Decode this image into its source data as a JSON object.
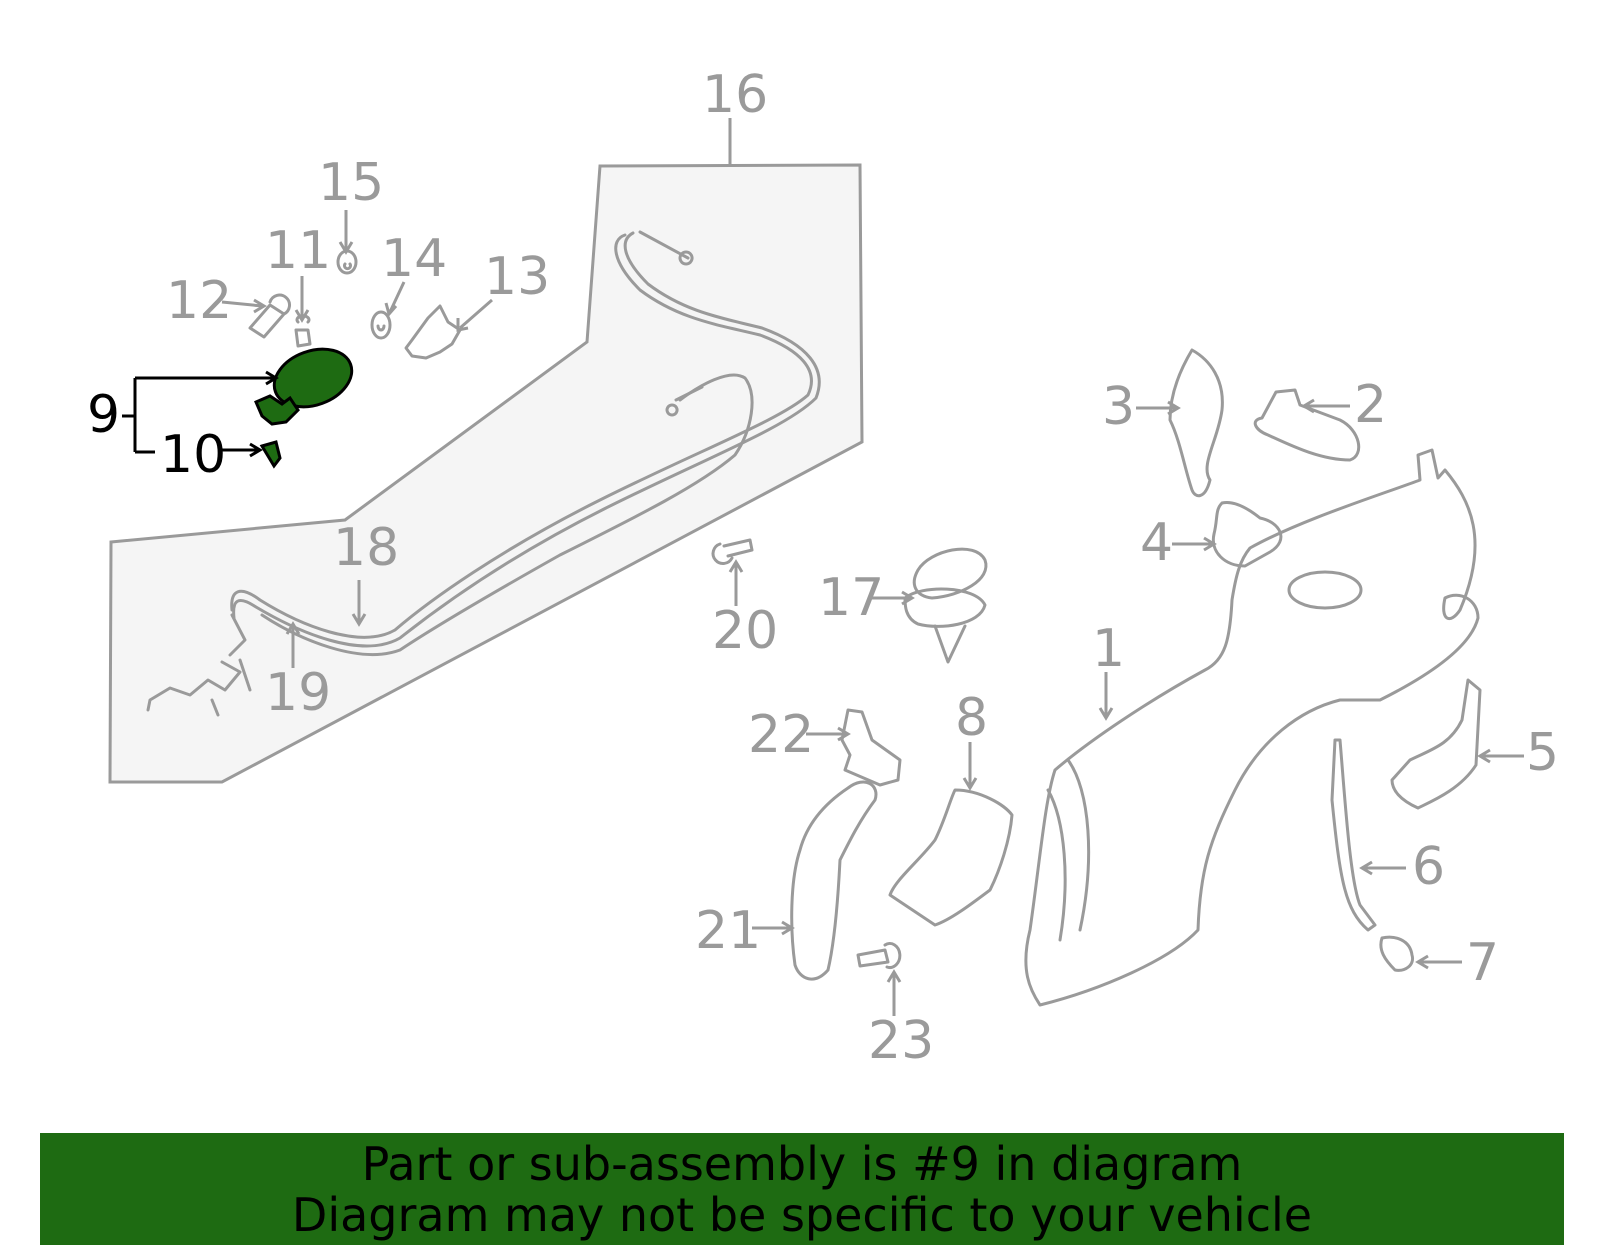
{
  "diagram": {
    "highlight_color": "#1e6b12",
    "line_color": "#9a9a9a",
    "callouts": {
      "c1": "1",
      "c2": "2",
      "c3": "3",
      "c4": "4",
      "c5": "5",
      "c6": "6",
      "c7": "7",
      "c8": "8",
      "c9": "9",
      "c10": "10",
      "c11": "11",
      "c12": "12",
      "c13": "13",
      "c14": "14",
      "c15": "15",
      "c16": "16",
      "c17": "17",
      "c18": "18",
      "c19": "19",
      "c20": "20",
      "c21": "21",
      "c22": "22",
      "c23": "23"
    }
  },
  "banner": {
    "line1": "Part or sub-assembly is #9 in diagram",
    "line2": "Diagram may not be specific to your vehicle",
    "background": "#1e6b12"
  }
}
